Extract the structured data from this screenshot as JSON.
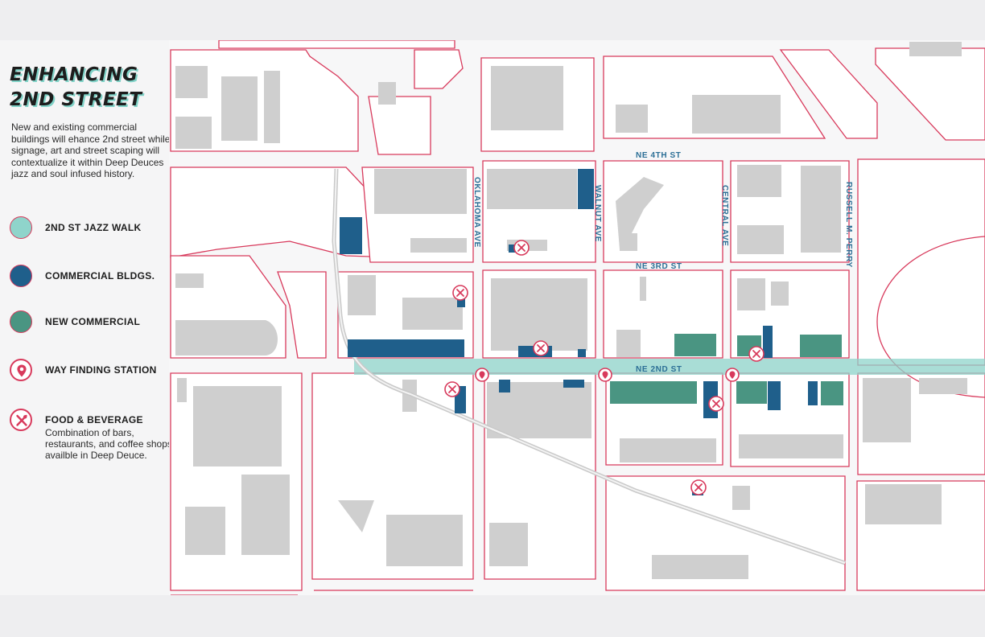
{
  "title": {
    "line1": "ENHANCING",
    "line2": "2ND STREET"
  },
  "description": "New and existing commercial buildings will ehance 2nd street while signage, art and street scaping will contextualize it within Deep Deuces jazz and soul infused history.",
  "legend": [
    {
      "label": "2ND ST JAZZ WALK",
      "color": "#8fd4cb"
    },
    {
      "label": "COMMERCIAL BLDGS.",
      "color": "#1f5f8b"
    },
    {
      "label": "NEW COMMERCIAL",
      "color": "#4a9582"
    },
    {
      "label": "WAY FINDING STATION",
      "icon": "location-pin-icon"
    },
    {
      "label": "FOOD & BEVERAGE",
      "icon": "fork-knife-icon",
      "note": "Combination of bars, restaurants, and coffee shops availble in Deep Deuce."
    }
  ],
  "streets": {
    "ne4th": "NE 4TH ST",
    "ne3rd": "NE 3RD ST",
    "ne2nd": "NE 2ND ST",
    "oklahoma": "OKLAHOMA AVE",
    "walnut": "WALNUT AVE",
    "central": "CENTRAL AVE",
    "russell": "RUSSELL M. PERRY"
  },
  "colors": {
    "block_outline": "#d83a5c",
    "building": "#cfcfcf",
    "commercial": "#1f5f8b",
    "new_commercial": "#4a9582",
    "jazz_walk": "#8fd4cb",
    "rail": "#c9c9c9"
  }
}
